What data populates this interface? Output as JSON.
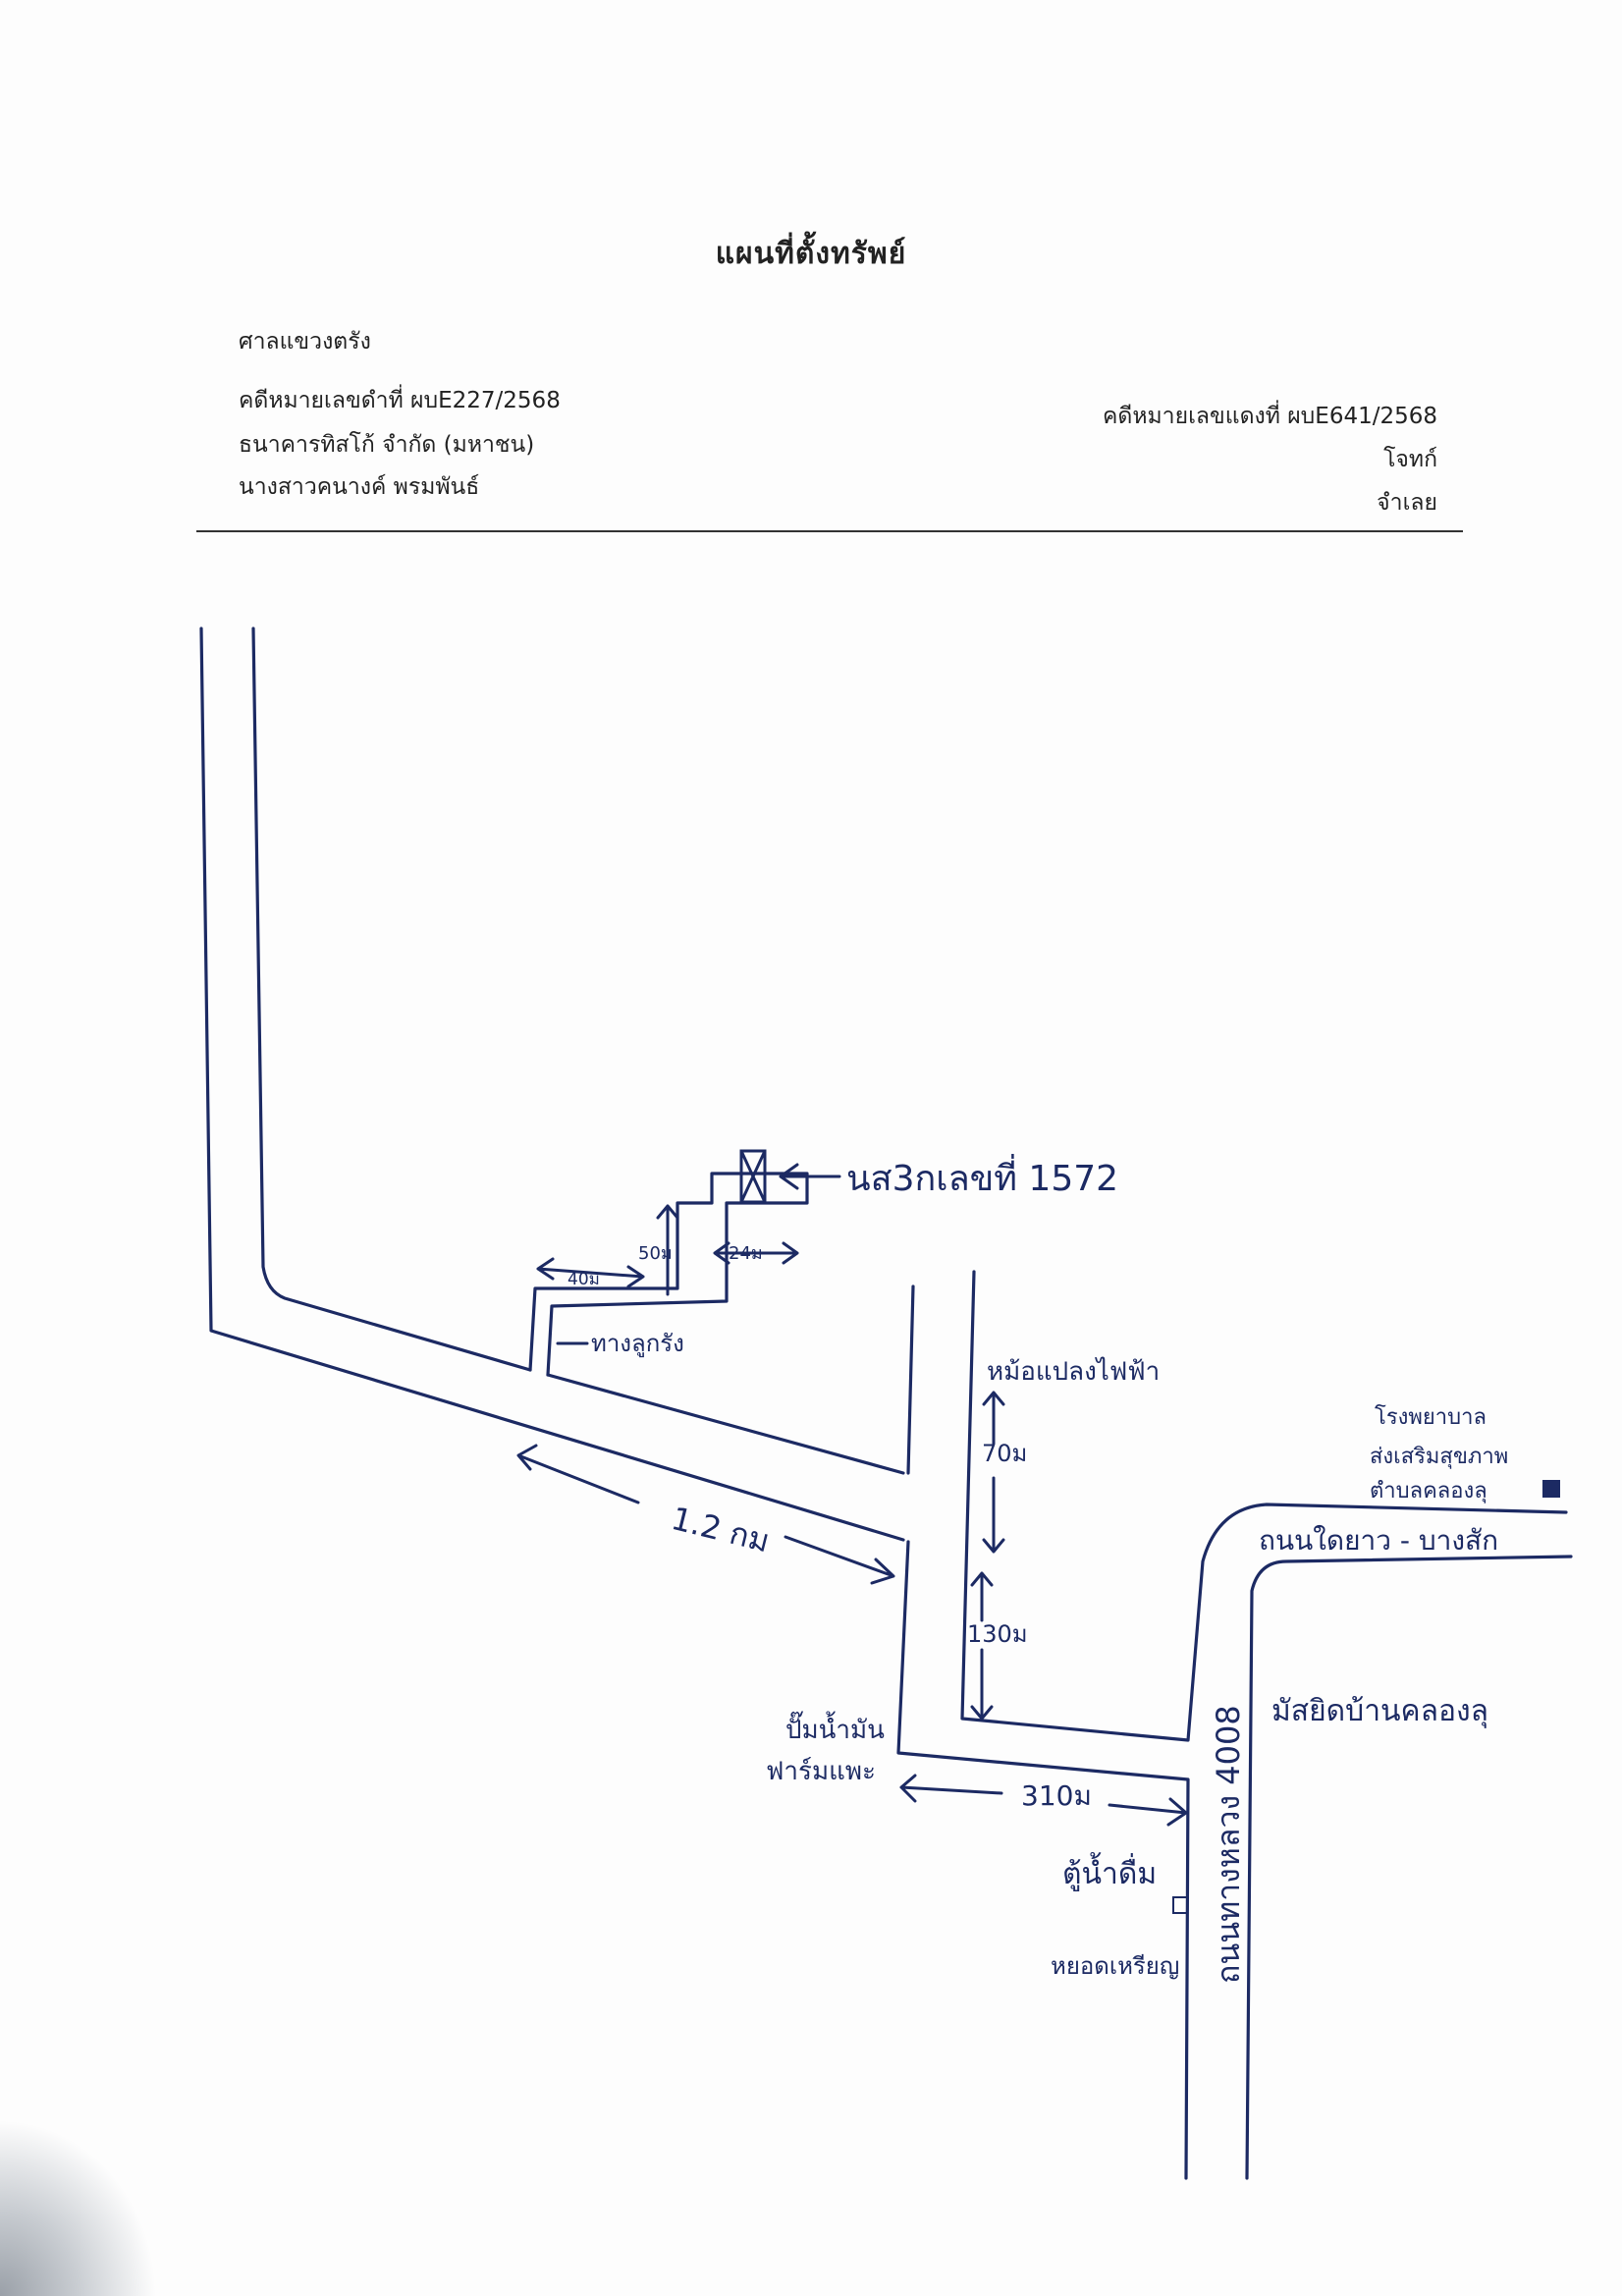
{
  "document": {
    "title": "แผนที่ตั้งทรัพย์"
  },
  "case_header": {
    "court": "ศาลแขวงตรัง",
    "black_case_no": "คดีหมายเลขดำที่ ผบE227/2568",
    "plaintiff": "ธนาคารทิสโก้ จำกัด (มหาชน)",
    "defendant": "นางสาวคนางค์ พรมพันธ์",
    "red_case_no": "คดีหมายเลขแดงที่ ผบE641/2568",
    "plaintiff_role": "โจทก์",
    "defendant_role": "จำเลย"
  },
  "map": {
    "ink_color": "#1c2a63",
    "property_marker_icon": "x-box-icon",
    "landmark_icon": "small-square-icon",
    "labels": {
      "property": "นส3กเลขที่ 1572",
      "dist_50m": "50ม",
      "dist_40m": "40ม",
      "dist_24m": "24ม",
      "gravel_road": "ทางลูกรัง",
      "transformer": "หม้อแปลงไฟฟ้า",
      "dist_70m": "70ม",
      "dist_1_2km": "1.2 กม",
      "dist_130m": "130ม",
      "gas_station": "ปั๊มน้ำมัน",
      "gas_station_2": "ฟาร์มแพะ",
      "dist_310m": "310ม",
      "water_kiosk": "ตู้น้ำดื่ม",
      "water_kiosk_2": "หยอดเหรียญ",
      "hospital_1": "โรงพยาบาล",
      "hospital_2": "ส่งเสริมสุขภาพ",
      "hospital_3": "ตำบลคลองลุ",
      "road_name_east": "ถนนใดยาว - บางสัก",
      "mosque": "มัสยิดบ้านคลองลุ",
      "highway": "ถนนทางหลวง 4008"
    }
  }
}
